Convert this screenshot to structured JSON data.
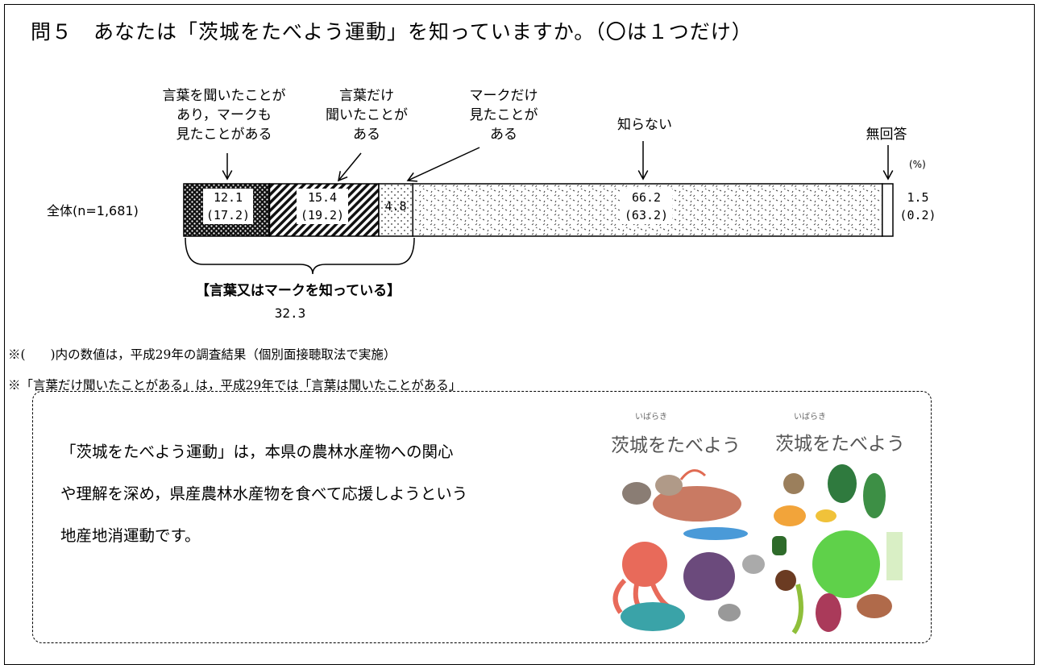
{
  "title": "問５　あなたは「茨城をたべよう運動」を知っていますか。（〇は１つだけ）",
  "chart_data": {
    "type": "stacked-bar",
    "orientation": "horizontal",
    "unit": "(%)",
    "row_label": "全体(n=1,681)",
    "categories": [
      "言葉を聞いたことがあり，マークも見たことがある",
      "言葉だけ聞いたことがある",
      "マークだけ見たことがある",
      "知らない",
      "無回答"
    ],
    "series": [
      {
        "values": [
          12.1,
          15.4,
          4.8,
          66.2,
          1.5
        ]
      },
      {
        "values": [
          17.2,
          19.2,
          null,
          63.2,
          0.2
        ]
      }
    ],
    "value_labels": [
      "12.1",
      "15.4",
      "4.8",
      "66.2",
      "1.5"
    ],
    "previous_labels": [
      "(17.2)",
      "(19.2)",
      "",
      "(63.2)",
      "(0.2)"
    ],
    "patterns": [
      "dense-dots",
      "diagonal-stripes",
      "sparse-dots",
      "scattered-marks",
      "blank"
    ],
    "category_label_lines": [
      [
        "言葉を聞いたことが",
        "あり，マークも",
        "見たことがある"
      ],
      [
        "言葉だけ",
        "聞いたことが",
        "ある"
      ],
      [
        "マークだけ",
        "見たことが",
        "ある"
      ],
      [
        "知らない"
      ],
      [
        "無回答"
      ]
    ],
    "bracket_label": "【言葉又はマークを知っている】",
    "bracket_value": "32.3"
  },
  "notes": [
    "※(　　)内の数値は，平成29年の調査結果（個別面接聴取法で実施）",
    "※「言葉だけ聞いたことがある」は，平成29年では「言葉は聞いたことがある」"
  ],
  "description": [
    "「茨城をたべよう運動」は，本県の農林水産物への関心",
    "や理解を深め，県産農林水産物を食べて応援しようという",
    "地産地消運動です。"
  ],
  "illustration": {
    "logo_text_1": "茨城をたべよう",
    "logo_text_2": "茨城をたべよう",
    "ruby": "いばらき"
  }
}
